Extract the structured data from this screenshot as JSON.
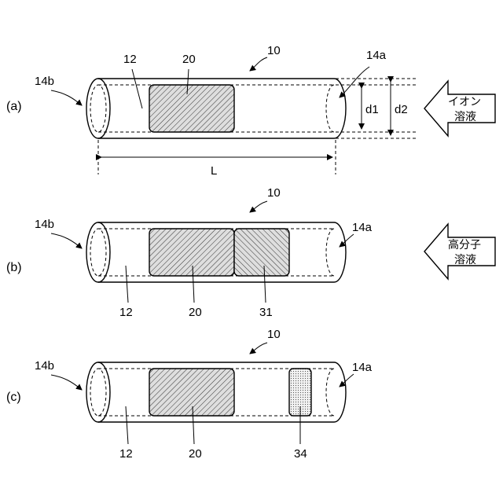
{
  "panels": [
    {
      "letter": "(a)",
      "tube_label": "10",
      "left_end": "14b",
      "right_end": "14a",
      "inner": "12",
      "block1": "20",
      "d1": "d1",
      "d2": "d2",
      "length": "L",
      "arrow_line1": "イオン",
      "arrow_line2": "溶液"
    },
    {
      "letter": "(b)",
      "tube_label": "10",
      "left_end": "14b",
      "right_end": "14a",
      "inner": "12",
      "block1": "20",
      "block2": "31",
      "arrow_line1": "高分子",
      "arrow_line2": "溶液"
    },
    {
      "letter": "(c)",
      "tube_label": "10",
      "left_end": "14b",
      "right_end": "14a",
      "inner": "12",
      "block1": "20",
      "block3": "34"
    }
  ]
}
